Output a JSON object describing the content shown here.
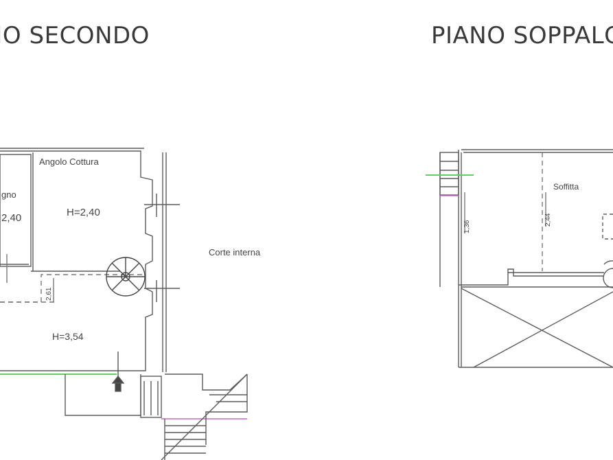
{
  "plans": {
    "left": {
      "title": "NO SECONDO",
      "rooms": {
        "bagno_label": "gno",
        "bagno_height": "2,40",
        "cucina_label": "Angolo Cottura",
        "cucina_height": "H=2,40",
        "main_height": "H=3,54",
        "dim_label": "2,61"
      },
      "outside_label": "Corte interna"
    },
    "right": {
      "title": "PIANO SOPPALC",
      "rooms": {
        "soffitta_label": "Soffitta",
        "dim_a": "1,36",
        "dim_b": "2,44"
      }
    }
  },
  "colors": {
    "wall": "#5a5a5a",
    "dim_line": "#777777",
    "accent_green": "#66cc66",
    "accent_magenta": "#cc66cc"
  }
}
